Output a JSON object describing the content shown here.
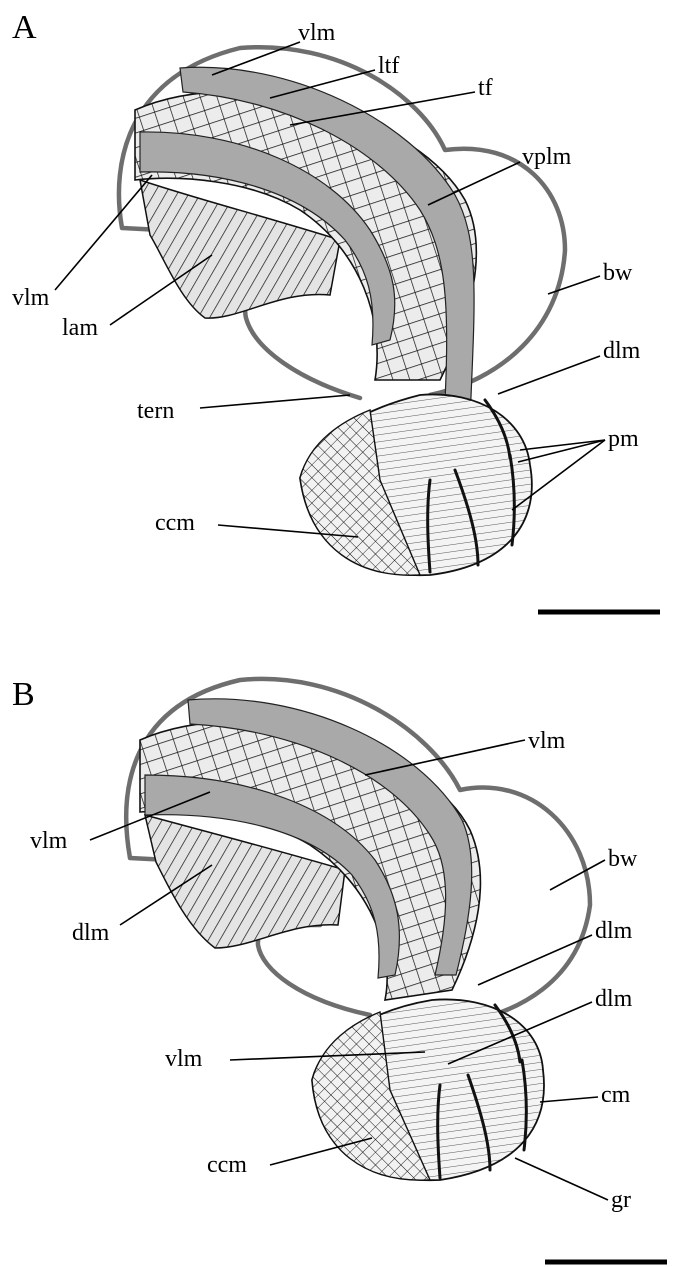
{
  "panels": {
    "a": {
      "letter": "A",
      "labels": {
        "vlm_top": "vlm",
        "ltf": "ltf",
        "tf": "tf",
        "vplm": "vplm",
        "vlm_left": "vlm",
        "bw": "bw",
        "lam": "lam",
        "dlm": "dlm",
        "tern": "tern",
        "pm": "pm",
        "ccm": "ccm"
      }
    },
    "b": {
      "letter": "B",
      "labels": {
        "vlm_top": "vlm",
        "vlm_left": "vlm",
        "bw": "bw",
        "dlm_left": "dlm",
        "dlm_right_upper": "dlm",
        "dlm_right_lower": "dlm",
        "vlm_lower": "vlm",
        "cm": "cm",
        "ccm": "ccm",
        "gr": "gr"
      }
    }
  },
  "colors": {
    "body_wall": "#6e6e6e",
    "muscle_band": "#a9a9a9",
    "muscle_fill": "#e6e6e6",
    "line": "#000000"
  }
}
